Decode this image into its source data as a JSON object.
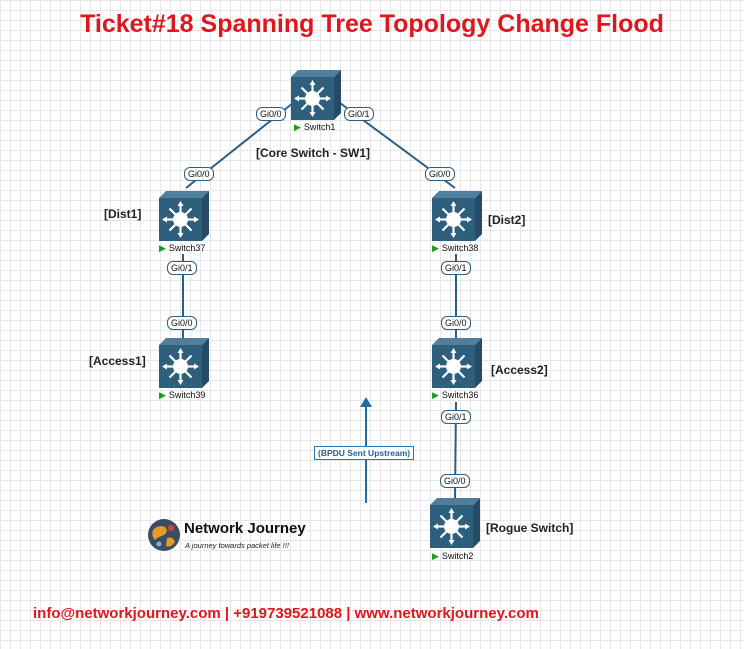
{
  "title": "Ticket#18 Spanning Tree Topology Change Flood",
  "switches": [
    {
      "id": "sw1",
      "name": "Switch1",
      "role": "[Core Switch - SW1]"
    },
    {
      "id": "sw37",
      "name": "Switch37",
      "role": "[Dist1]"
    },
    {
      "id": "sw38",
      "name": "Switch38",
      "role": "[Dist2]"
    },
    {
      "id": "sw39",
      "name": "Switch39",
      "role": "[Access1]"
    },
    {
      "id": "sw36",
      "name": "Switch36",
      "role": "[Access2]"
    },
    {
      "id": "sw2",
      "name": "Switch2",
      "role": "[Rogue Switch]"
    }
  ],
  "ports": {
    "sw1_left": "Gi0/0",
    "sw1_right": "Gi0/1",
    "sw37_up": "Gi0/0",
    "sw37_down": "Gi0/1",
    "sw39_up": "Gi0/0",
    "sw38_up": "Gi0/0",
    "sw38_down": "Gi0/1",
    "sw36_up": "Gi0/0",
    "sw36_down": "Gi0/1",
    "sw2_up": "Gi0/0"
  },
  "annotation": "(BPDU Sent Upstream)",
  "logo": {
    "name": "Network Journey",
    "tagline": "A journey towards packet life !!!"
  },
  "footer": "info@networkjourney.com | +919739521088 | www.networkjourney.com",
  "colors": {
    "title": "#e0161e",
    "link": "#2c5e82",
    "switch": "#2e5f7d",
    "arrow": "#1f6ea8"
  }
}
